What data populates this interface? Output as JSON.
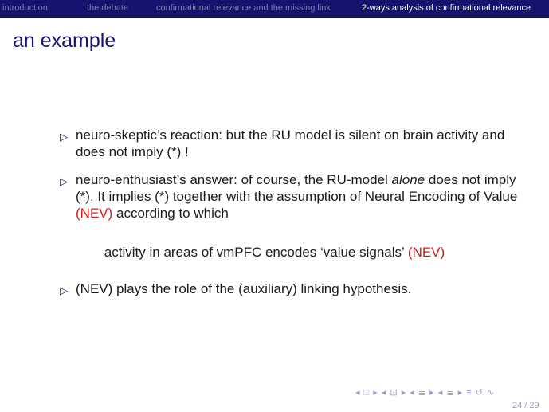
{
  "nav": {
    "items": [
      "introduction",
      "the debate",
      "confirmational relevance and the missing link",
      "2-ways analysis of confirmational relevance"
    ]
  },
  "title": "an example",
  "bullet_glyph": "▷",
  "bullets": {
    "b1": "neuro-skeptic’s reaction: but the RU model is silent on brain activity and does not imply (*) !",
    "b2": {
      "pre": "neuro-enthusiast’s answer: of course, the RU-model ",
      "em": "alone",
      "mid": " does not imply (*). It implies (*) together with the assumption of Neural Encoding of Value ",
      "red": "(NEV)",
      "post": " according to which"
    },
    "b3": "(NEV) plays the role of the (auxiliary) linking hypothesis."
  },
  "hypothesis": {
    "text": "activity in areas of vmPFC encodes ‘value signals’ ",
    "tag": "(NEV)"
  },
  "footer": {
    "nav_symbols": "◂ □ ▸ ◂ ⊡ ▸ ◂ ≣ ▸ ◂ ≣ ▸   ≡   ↺ ∿",
    "page": "24 / 29"
  },
  "colors": {
    "navbar_bg": "#14146e",
    "title": "#14146e",
    "emphasis_red": "#d11a1a"
  }
}
